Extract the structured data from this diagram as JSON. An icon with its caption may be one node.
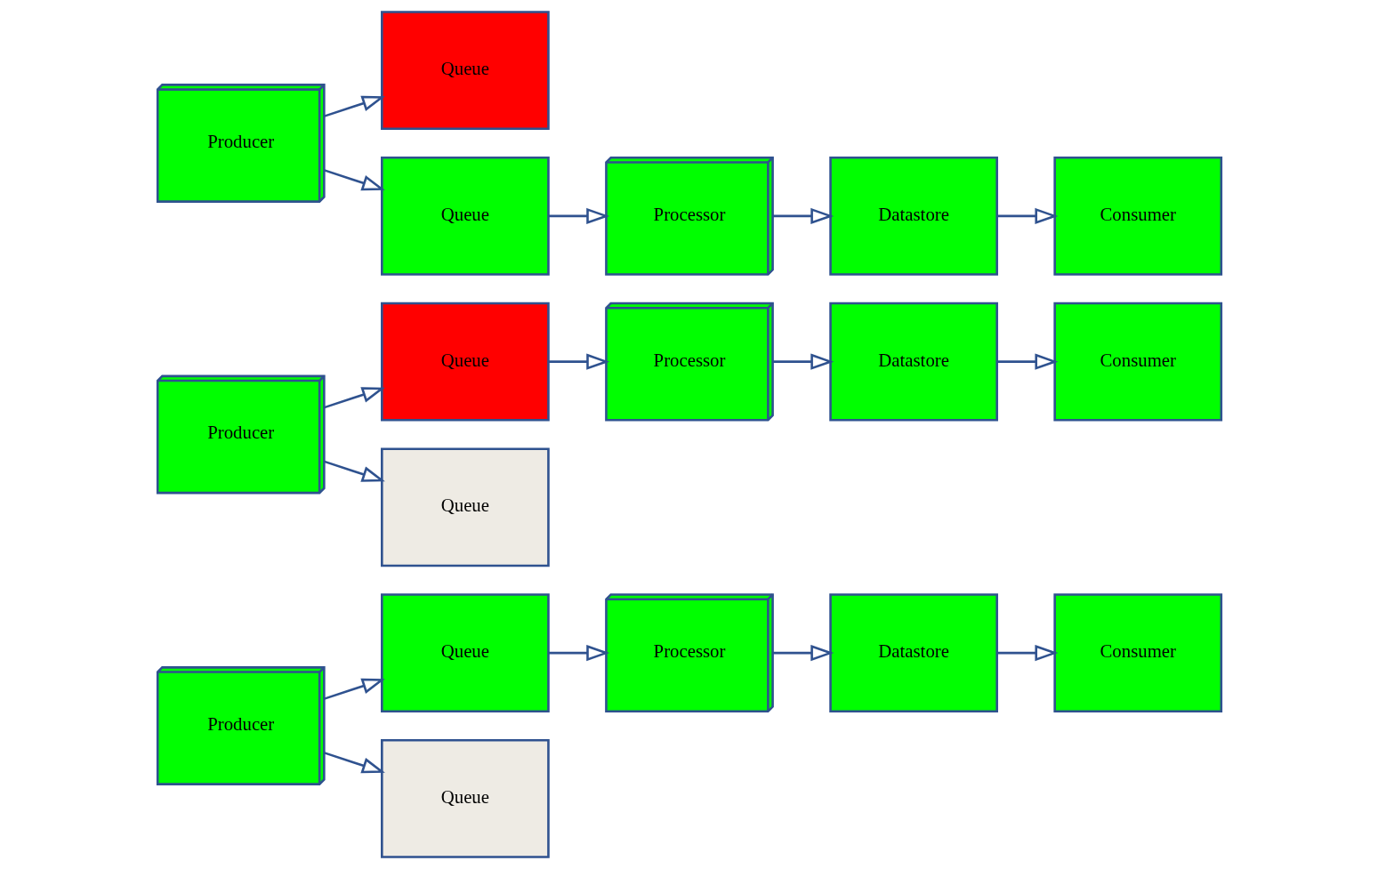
{
  "diagram": {
    "nodes": [
      {
        "text": [
          "Producer"
        ]
      },
      {
        "text": [
          "Queue"
        ]
      },
      {
        "text": [
          "Queue"
        ]
      },
      {
        "text": [
          "Processor"
        ]
      },
      {
        "text": [
          "Datastore"
        ]
      },
      {
        "text": [
          "Consumer"
        ]
      },
      {
        "text": [
          "Producer"
        ]
      },
      {
        "text": [
          "Queue"
        ]
      },
      {
        "text": [
          "Queue"
        ]
      },
      {
        "text": [
          "Processor"
        ]
      },
      {
        "text": [
          "Datastore"
        ]
      },
      {
        "text": [
          "Consumer"
        ]
      },
      {
        "text": [
          "Producer"
        ]
      },
      {
        "text": [
          "Queue"
        ]
      },
      {
        "text": [
          "Queue"
        ]
      },
      {
        "text": [
          "Processor"
        ]
      },
      {
        "text": [
          "Datastore"
        ]
      },
      {
        "text": [
          "Consumer"
        ]
      }
    ],
    "edges": [
      {
        "from": 0,
        "to": 1,
        "arrow": "to"
      },
      {
        "from": 0,
        "to": 2,
        "arrow": "to"
      },
      {
        "from": 1,
        "to": 3,
        "arrow": "to"
      },
      {
        "from": 3,
        "to": 4,
        "arrow": "to"
      },
      {
        "from": 4,
        "to": 5,
        "arrow": "to"
      },
      {
        "from": 6,
        "to": 7,
        "arrow": "to"
      },
      {
        "from": 6,
        "to": 8,
        "arrow": "to"
      },
      {
        "from": 7,
        "to": 9,
        "arrow": "to"
      },
      {
        "from": 9,
        "to": 10,
        "arrow": "to"
      },
      {
        "from": 10,
        "to": 11,
        "arrow": "to"
      },
      {
        "from": 12,
        "to": 13,
        "arrow": "to"
      },
      {
        "from": 12,
        "to": 14,
        "arrow": "to"
      },
      {
        "from": 14,
        "to": 15,
        "arrow": "to"
      },
      {
        "from": 15,
        "to": 16,
        "arrow": "to"
      },
      {
        "from": 16,
        "to": 17,
        "arrow": "to"
      }
    ]
  }
}
